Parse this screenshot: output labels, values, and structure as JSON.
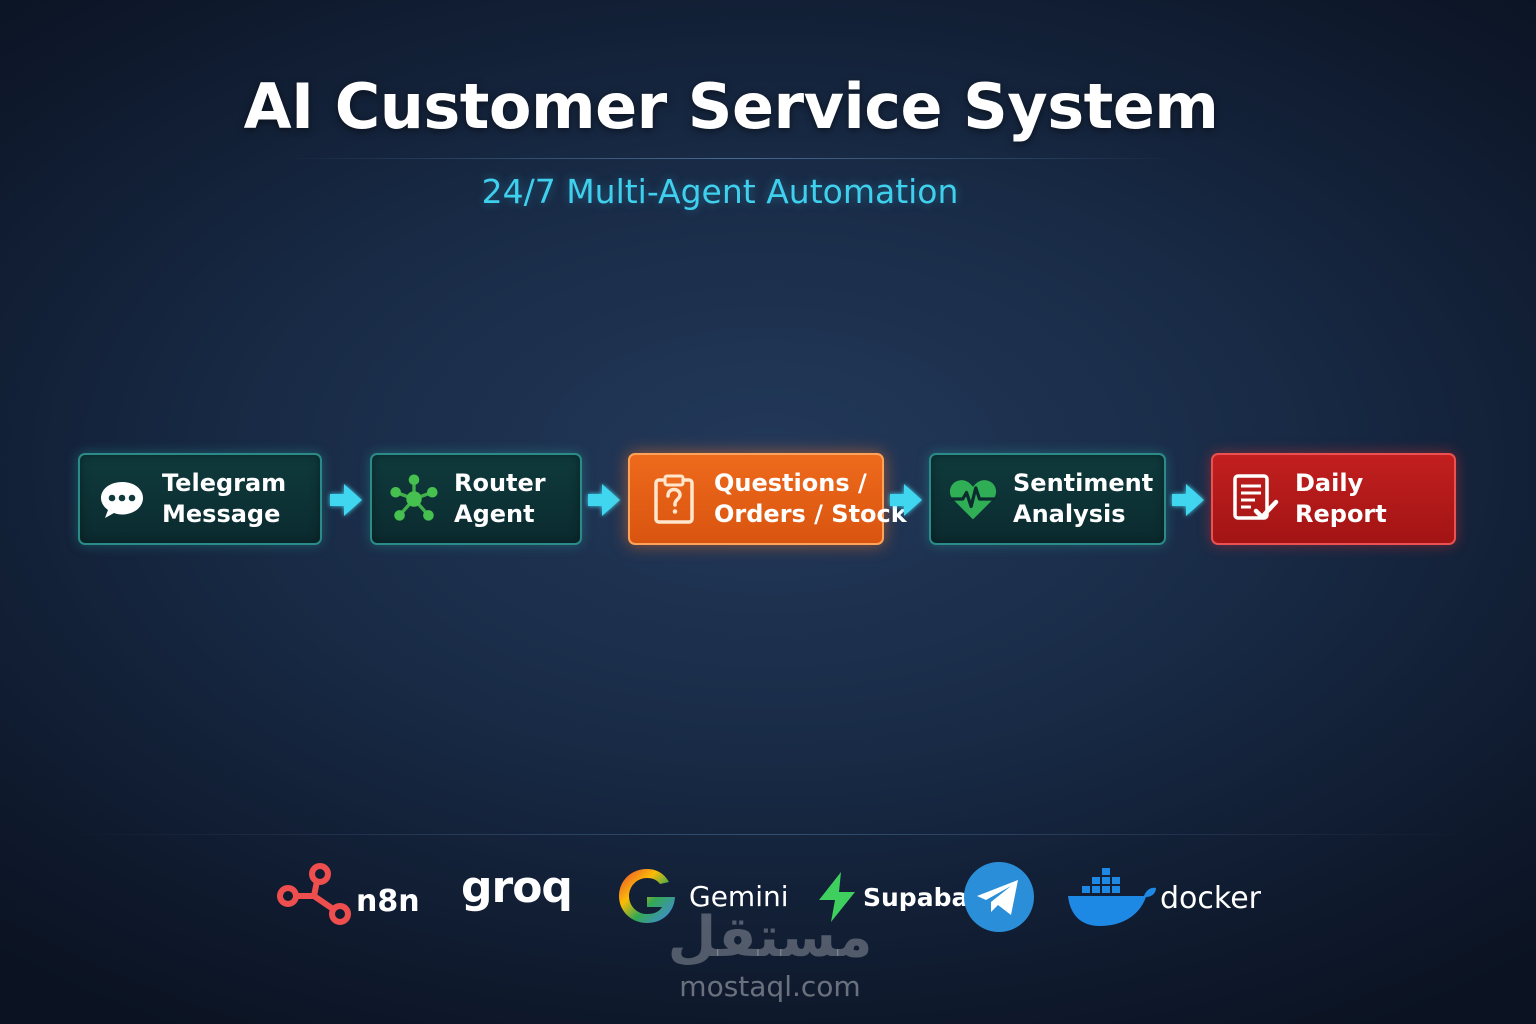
{
  "header": {
    "title": "AI Customer Service System",
    "subtitle": "24/7 Multi-Agent Automation"
  },
  "flow": {
    "nodes": [
      {
        "line1": "Telegram",
        "line2": "Message",
        "icon": "chat-bubble-icon",
        "style": "teal"
      },
      {
        "line1": "Router",
        "line2": "Agent",
        "icon": "network-hub-icon",
        "style": "teal"
      },
      {
        "line1": "Questions /",
        "line2": "Orders / Stock",
        "icon": "clipboard-question-icon",
        "style": "orange"
      },
      {
        "line1": "Sentiment",
        "line2": "Analysis",
        "icon": "heart-pulse-icon",
        "style": "teal"
      },
      {
        "line1": "Daily",
        "line2": "Report",
        "icon": "report-check-icon",
        "style": "red"
      }
    ],
    "arrow_color": "#3fd6f0"
  },
  "tech_logos": {
    "n8n": "n8n",
    "groq": "groq",
    "gemini": "Gemini",
    "supabase": "Supabase",
    "telegram": "telegram-logo",
    "docker": "docker"
  },
  "watermark": {
    "arabic": "مستقل",
    "latin": "mostaql.com"
  },
  "colors": {
    "background": "#182a45",
    "accent_cyan": "#3fd0ee",
    "teal_box": "#0f3a3c",
    "orange_box": "#ee6a1c",
    "red_box": "#c21f1f"
  }
}
